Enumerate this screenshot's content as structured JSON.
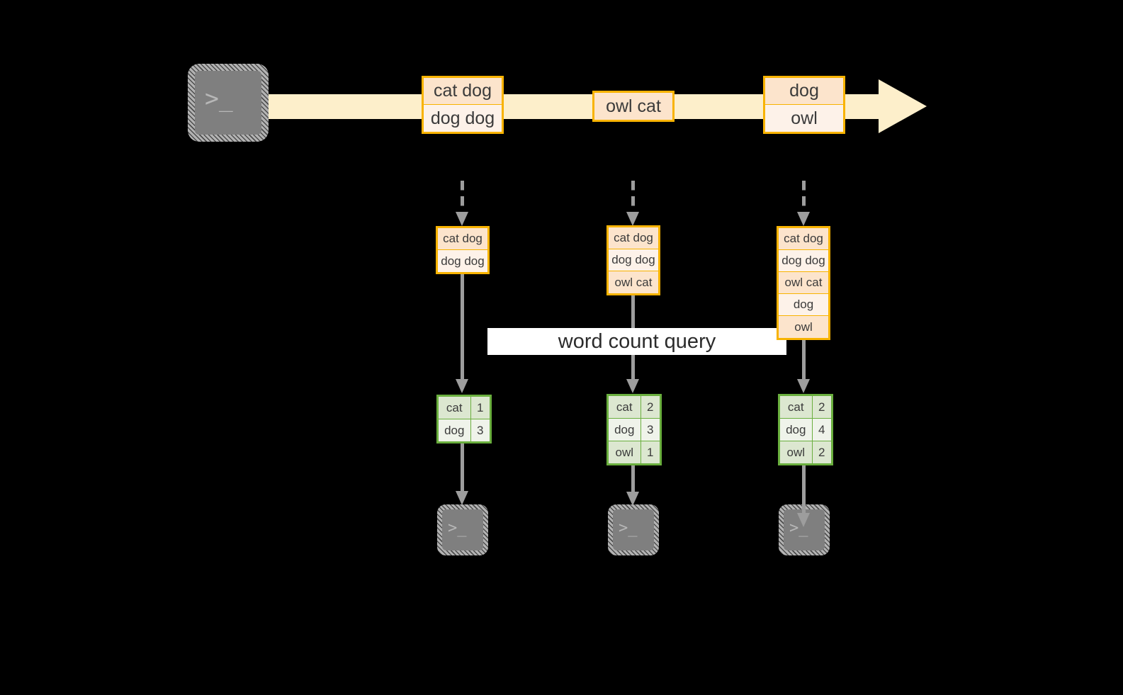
{
  "diagram": {
    "title_label": "word count query",
    "colors": {
      "background": "#000000",
      "stream_fill": "#fdefcb",
      "message_border": "#f8b300",
      "message_fill_dark": "#fce4cc",
      "message_fill_light": "#fdf2e9",
      "result_border": "#6aaf3e",
      "result_fill_dark": "#dce7d0",
      "result_fill_light": "#eff3ea",
      "arrow": "#9d9d9d",
      "terminal_fill": "#7f7f7f",
      "label_band_fill": "#ffffff",
      "text": "#3b3b3b"
    },
    "source": {
      "icon": "terminal-prompt-icon",
      "prompt_glyph": ">_"
    },
    "stream": {
      "messages": [
        {
          "id": "m1",
          "lines": [
            "cat dog",
            "dog dog"
          ]
        },
        {
          "id": "m2",
          "lines": [
            "owl cat"
          ]
        },
        {
          "id": "m3",
          "lines": [
            "dog",
            "owl"
          ]
        }
      ]
    },
    "columns": [
      {
        "id": "t1",
        "state_rows": [
          "cat dog",
          "dog dog"
        ],
        "result_rows": [
          {
            "word": "cat",
            "count": "1"
          },
          {
            "word": "dog",
            "count": "3"
          }
        ],
        "sink": {
          "icon": "terminal-prompt-icon",
          "prompt_glyph": ">_"
        }
      },
      {
        "id": "t2",
        "state_rows": [
          "cat dog",
          "dog dog",
          "owl cat"
        ],
        "result_rows": [
          {
            "word": "cat",
            "count": "2"
          },
          {
            "word": "dog",
            "count": "3"
          },
          {
            "word": "owl",
            "count": "1"
          }
        ],
        "sink": {
          "icon": "terminal-prompt-icon",
          "prompt_glyph": ">_"
        }
      },
      {
        "id": "t3",
        "state_rows": [
          "cat dog",
          "dog dog",
          "owl cat",
          "dog",
          "owl"
        ],
        "result_rows": [
          {
            "word": "cat",
            "count": "2"
          },
          {
            "word": "dog",
            "count": "4"
          },
          {
            "word": "owl",
            "count": "2"
          }
        ],
        "sink": {
          "icon": "terminal-prompt-icon",
          "prompt_glyph": ">_"
        }
      }
    ]
  }
}
